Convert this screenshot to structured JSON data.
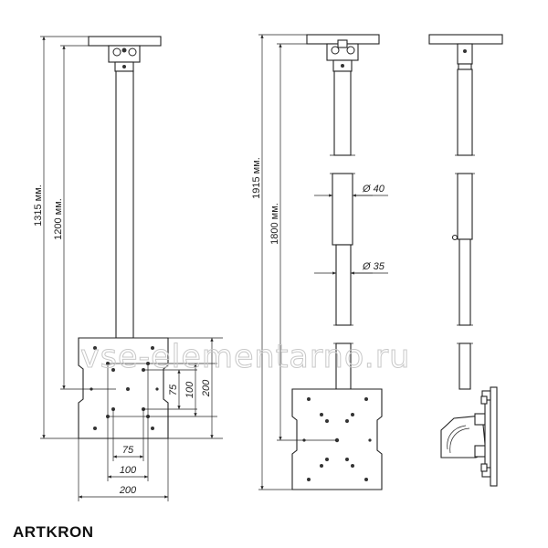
{
  "brand": {
    "name": "ARTKRON"
  },
  "watermark": {
    "text": "vse-elementarno.ru"
  },
  "view_left": {
    "height_total": "1315 мм.",
    "height_pipe": "1200 мм.",
    "vesa_h": [
      "75",
      "100",
      "200"
    ],
    "vesa_w": [
      "75",
      "100",
      "200"
    ]
  },
  "view_middle": {
    "height_total": "1915 мм.",
    "height_pipe": "1800 мм.",
    "diameter_upper": "Ø 40",
    "diameter_lower": "Ø 35"
  }
}
